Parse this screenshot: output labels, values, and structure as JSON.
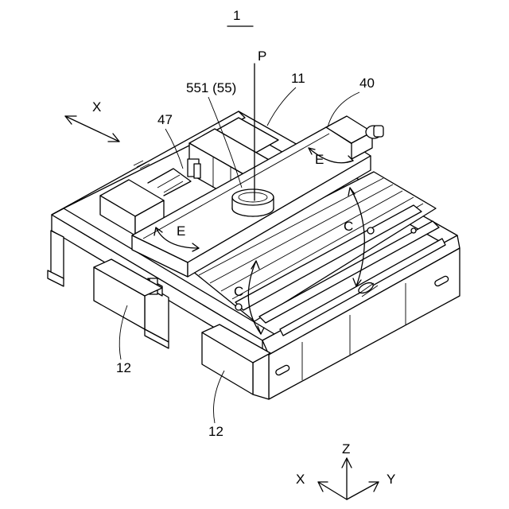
{
  "figure": {
    "number": "1"
  },
  "labels": {
    "p": "P",
    "l551": "551 (55)",
    "l11": "11",
    "l40": "40",
    "l47": "47",
    "x_top": "X",
    "e_right": "E",
    "e_left": "E",
    "c_right": "C",
    "c_left": "C",
    "l12_left": "12",
    "l12_bottom": "12"
  },
  "axes": {
    "z": "Z",
    "x": "X",
    "y": "Y"
  }
}
